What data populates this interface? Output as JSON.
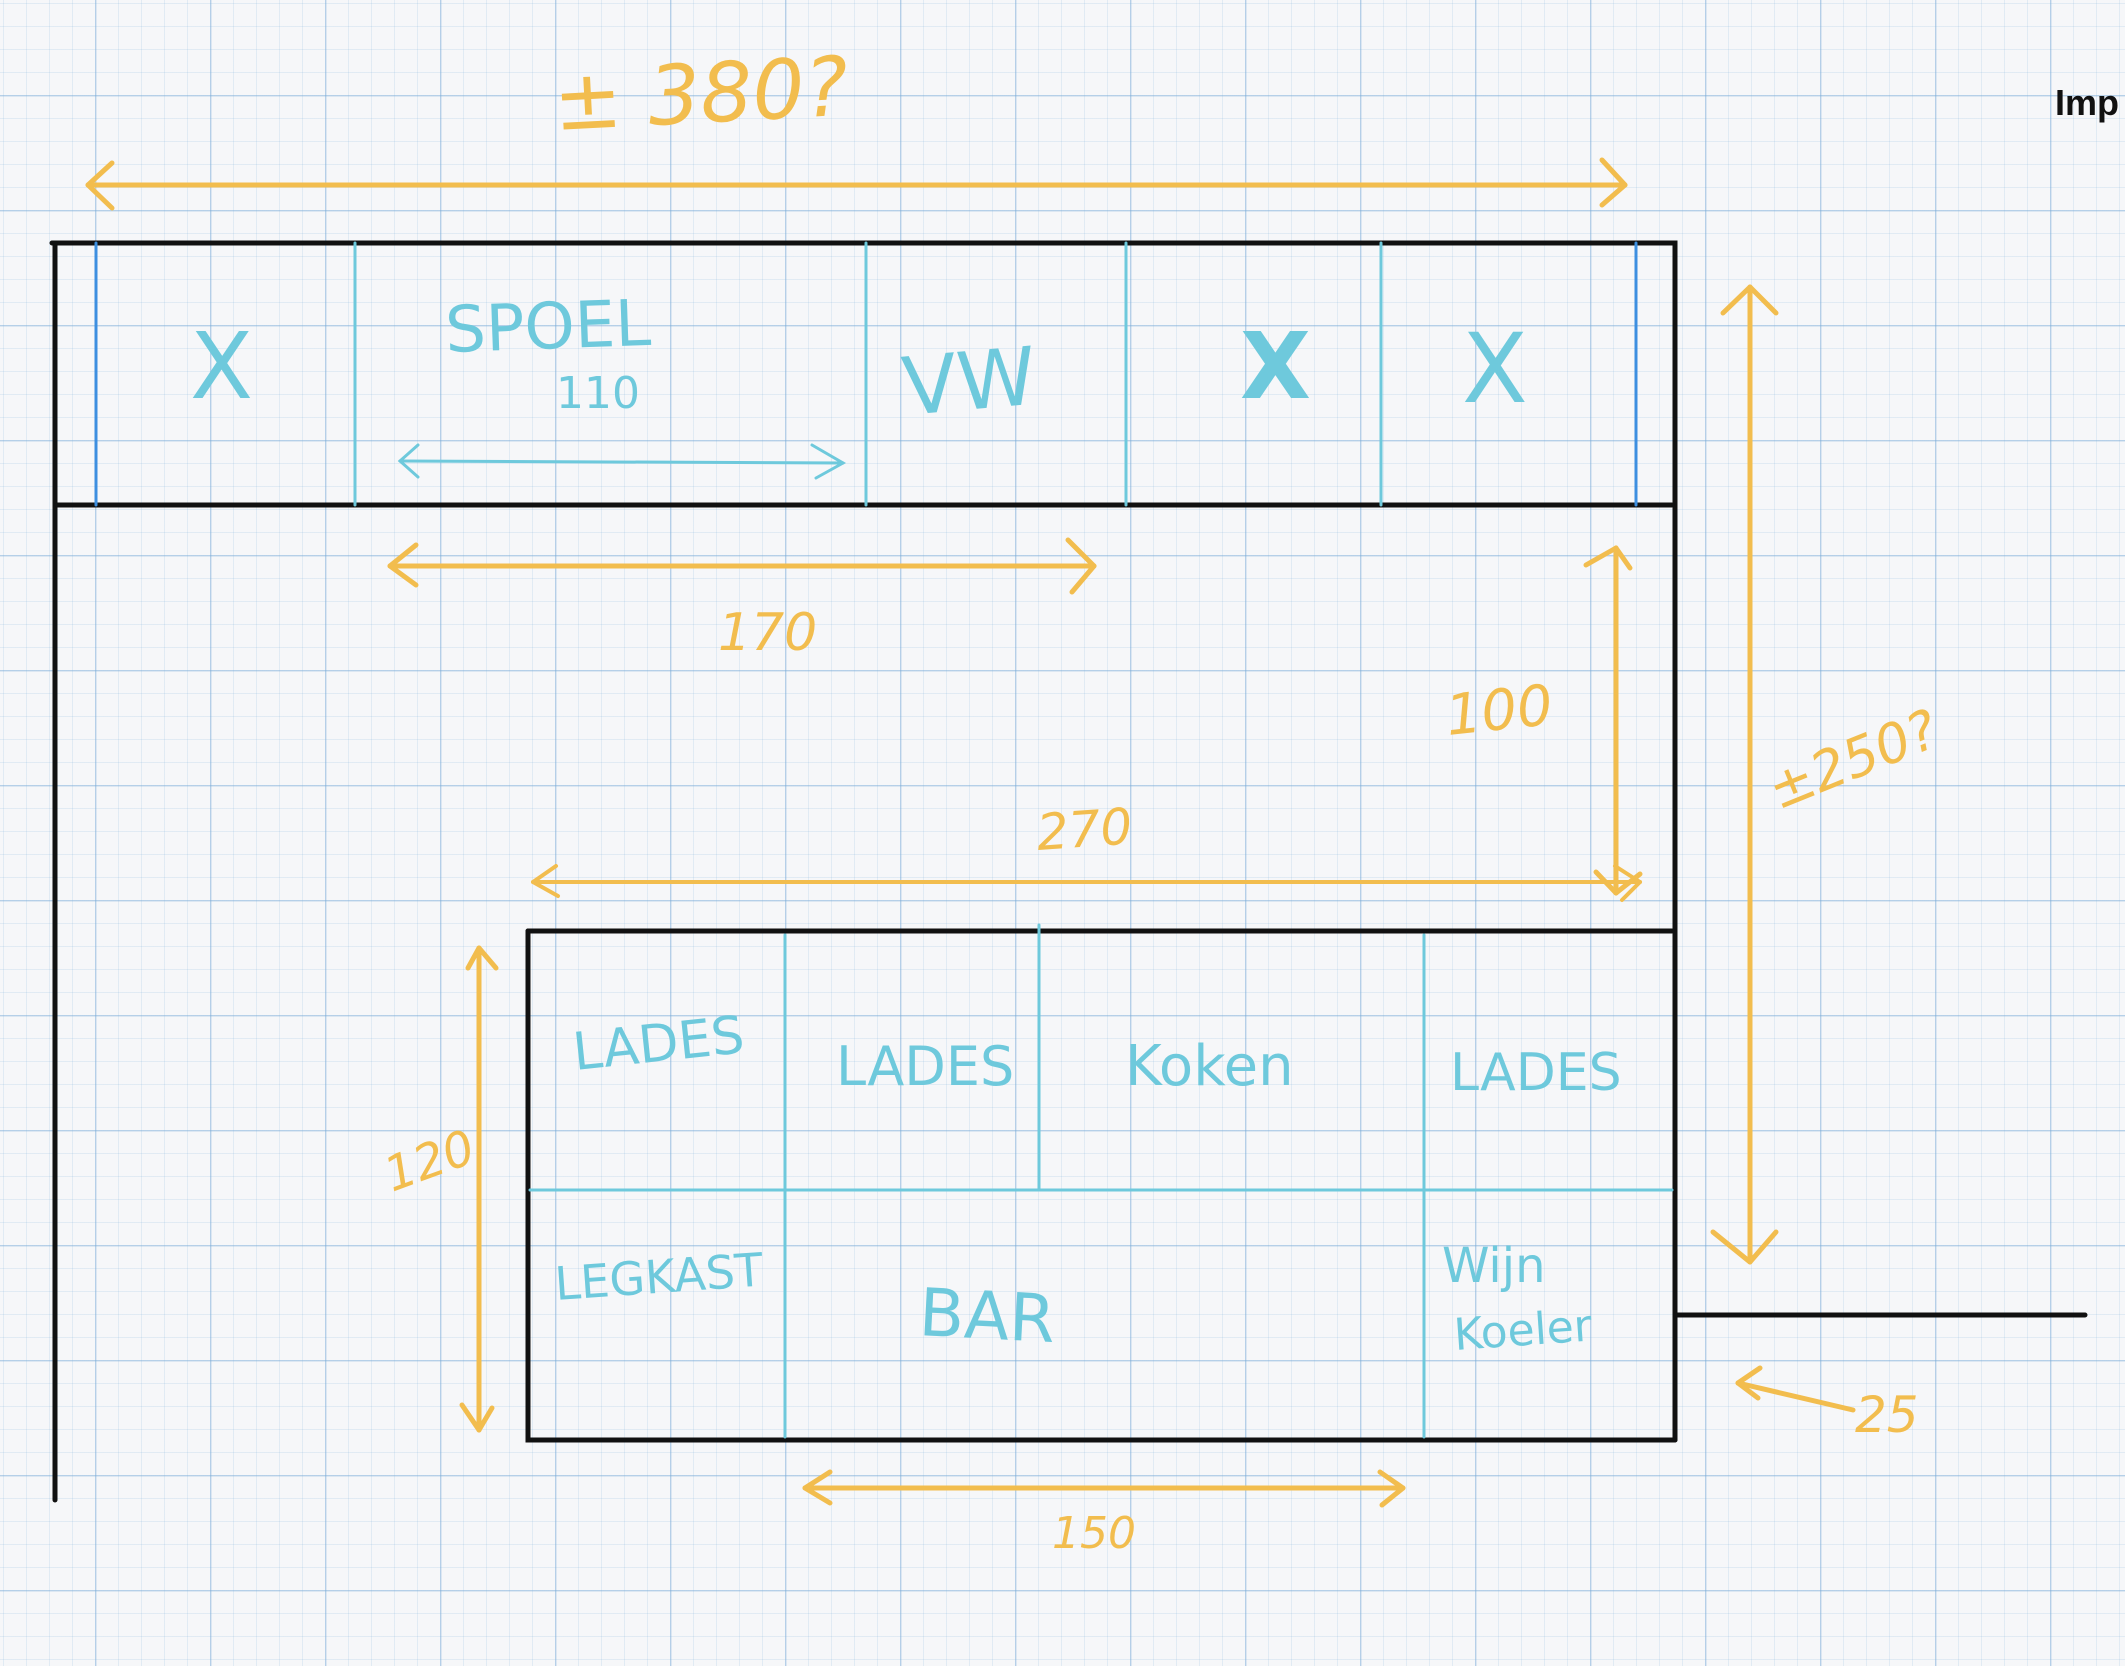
{
  "header": {
    "corner_label": "Imp"
  },
  "colors": {
    "outline": "#111111",
    "cabinet_lines": "#6ec9dc",
    "dimensions": "#f2bd4e"
  },
  "dimensions": {
    "total_width": "± 380?",
    "spoel_width": "170",
    "gap_depth": "100",
    "island_top": "270",
    "right_height": "±250?",
    "island_depth": "120",
    "bar_width": "150",
    "corner": "25"
  },
  "top_row": {
    "cell1": "X",
    "cell2_title": "SPOEL",
    "cell2_size": "110",
    "cell3": "VW",
    "cell4": "X",
    "cell5": "X"
  },
  "island": {
    "r1c1": "LADES",
    "r1c2": "LADES",
    "r1c3": "Koken",
    "r1c4": "LADES",
    "r2c1": "LEGKAST",
    "r2c2": "BAR",
    "r2c3_line1": "Wijn",
    "r2c3_line2": "Koeler"
  }
}
